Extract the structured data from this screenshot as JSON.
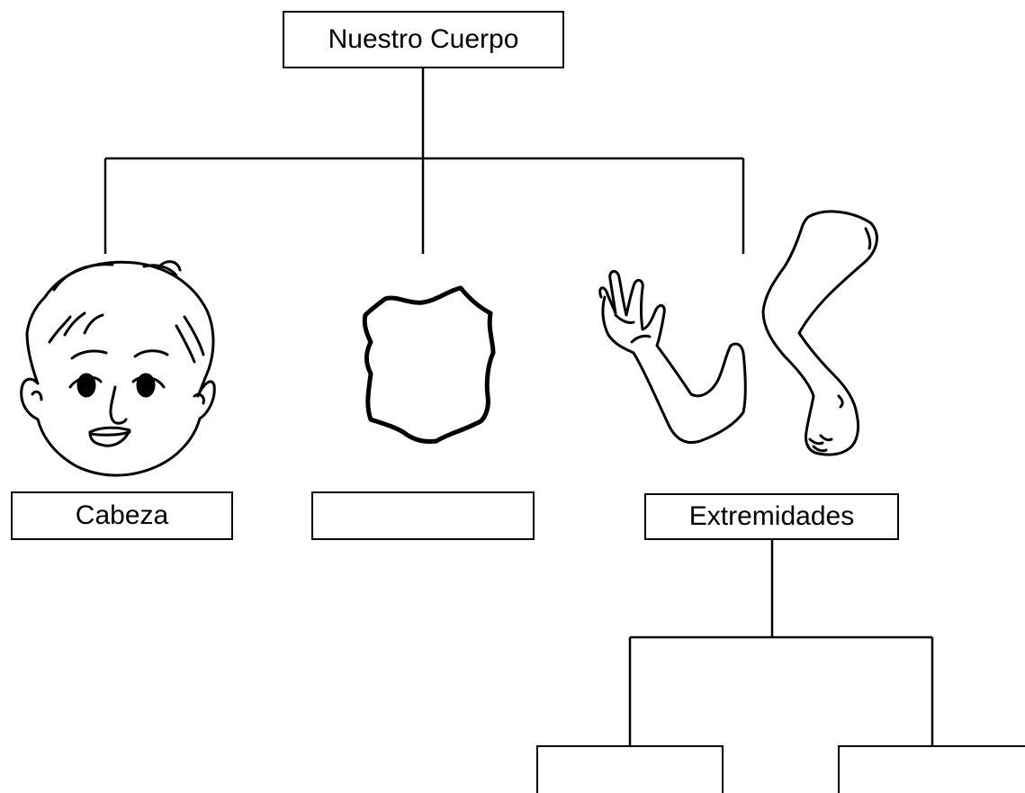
{
  "diagram": {
    "root": {
      "label": "Nuestro Cuerpo"
    },
    "parts": [
      {
        "id": "head",
        "label": "Cabeza",
        "illustration": "child-face-icon"
      },
      {
        "id": "trunk",
        "label": "",
        "illustration": "torso-outline-icon"
      },
      {
        "id": "limbs",
        "label": "Extremidades",
        "illustration": "arm-and-leg-icon"
      }
    ],
    "limb_children": [
      {
        "id": "upper",
        "label": ""
      },
      {
        "id": "lower",
        "label": ""
      }
    ]
  }
}
